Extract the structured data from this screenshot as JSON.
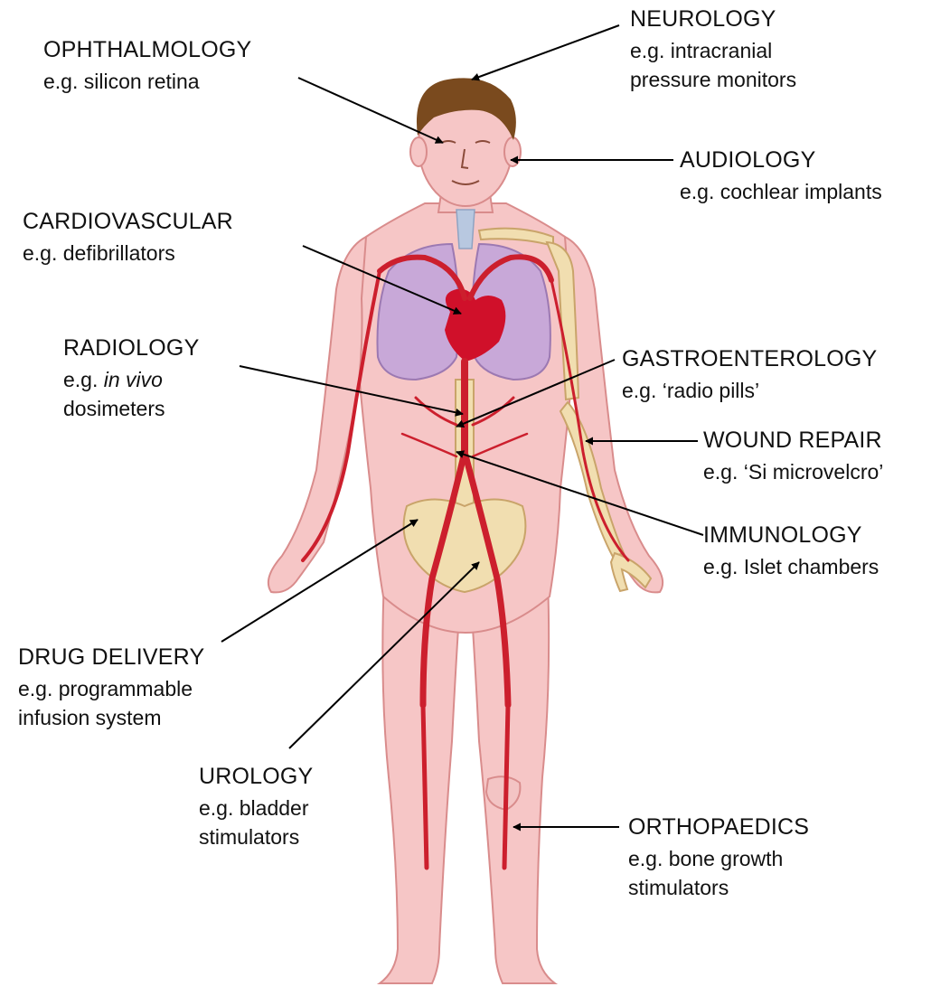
{
  "colors": {
    "skin": "#f6c6c6",
    "skin_outline": "#d98c8c",
    "hair": "#7a4a1e",
    "lungs": "#c8a8d8",
    "heart": "#d0102a",
    "artery": "#cc1f2d",
    "bone": "#f1deb0",
    "bone_outline": "#c9a46a",
    "trachea": "#b8c8e0",
    "line": "#000000",
    "text": "#111111"
  },
  "labels": {
    "ophthalmology": {
      "title": "OPHTHALMOLOGY",
      "example": "e.g. silicon retina"
    },
    "neurology": {
      "title": "NEUROLOGY",
      "example_line1": "e.g. intracranial",
      "example_line2": "pressure monitors"
    },
    "audiology": {
      "title": "AUDIOLOGY",
      "example": "e.g. cochlear implants"
    },
    "cardiovascular": {
      "title": "CARDIOVASCULAR",
      "example": "e.g. defibrillators"
    },
    "radiology": {
      "title": "RADIOLOGY",
      "example_prefix": "e.g.",
      "example_italic": "in vivo",
      "example_line2": "dosimeters"
    },
    "gastroenterology": {
      "title": "GASTROENTEROLOGY",
      "example": "e.g. ‘radio pills’"
    },
    "wound_repair": {
      "title": "WOUND REPAIR",
      "example": "e.g. ‘Si microvelcro’"
    },
    "immunology": {
      "title": "IMMUNOLOGY",
      "example": "e.g. Islet chambers"
    },
    "drug_delivery": {
      "title": "DRUG DELIVERY",
      "example_line1": "e.g. programmable",
      "example_line2": "infusion system"
    },
    "urology": {
      "title": "UROLOGY",
      "example_line1": "e.g. bladder",
      "example_line2": "stimulators"
    },
    "orthopaedics": {
      "title": "ORTHOPAEDICS",
      "example_line1": "e.g. bone growth",
      "example_line2": "stimulators"
    }
  }
}
